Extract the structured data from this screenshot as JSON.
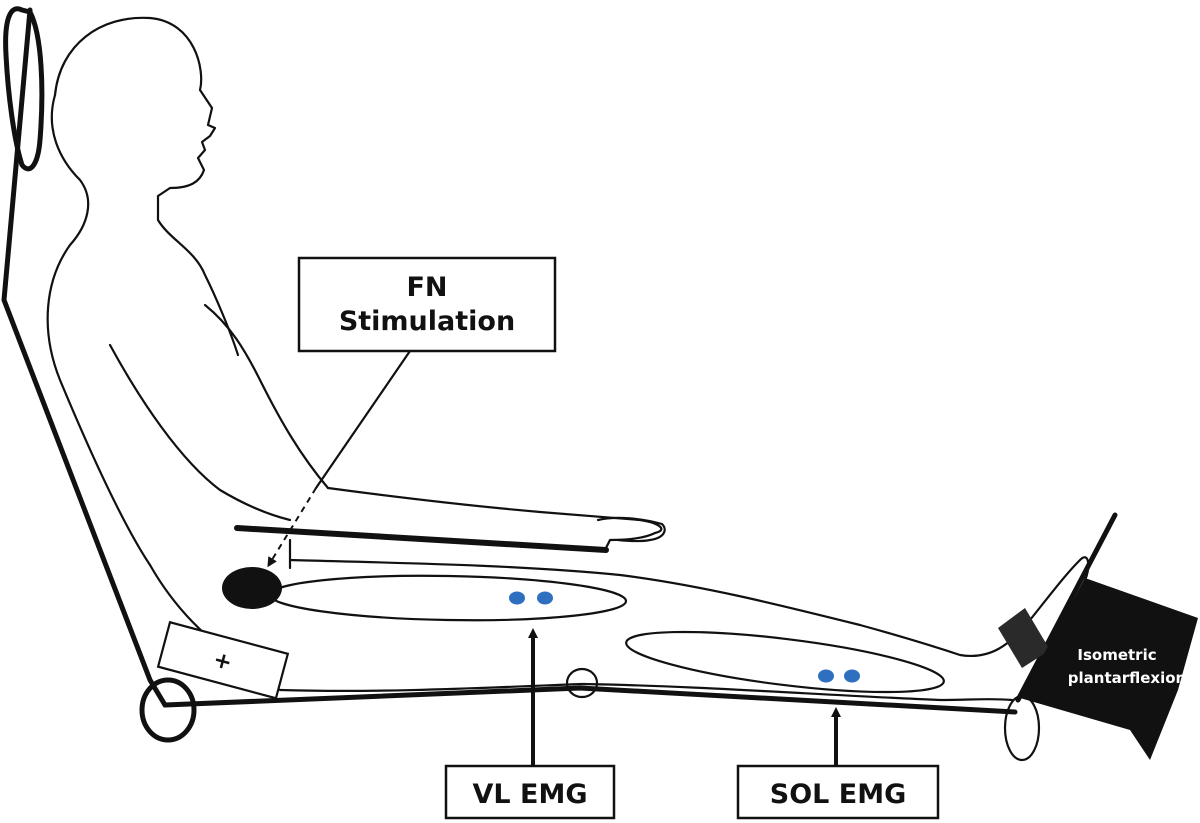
{
  "labels": {
    "fn_line1": "FN",
    "fn_line2": "Stimulation",
    "vl_emg": "VL EMG",
    "sol_emg": "SOL EMG",
    "plus": "+",
    "iso_line1": "Isometric",
    "iso_line2": "plantarflexion"
  },
  "colors": {
    "electrode": "#2f6fbf",
    "outline": "#111111",
    "arrow_fill": "#111111",
    "strap": "#2a2a2a"
  }
}
